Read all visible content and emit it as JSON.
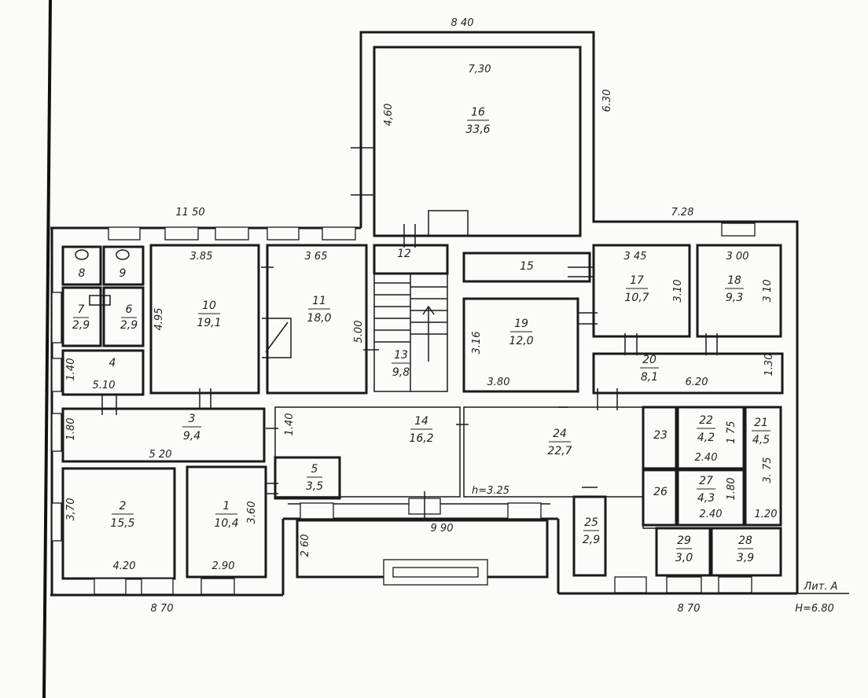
{
  "plan": {
    "litera": "Лит. А",
    "height": "Н=6.80"
  },
  "rooms": [
    {
      "id": "r1",
      "num": "1",
      "area": "10,4"
    },
    {
      "id": "r2",
      "num": "2",
      "area": "15,5"
    },
    {
      "id": "r3",
      "num": "3",
      "area": "9,4"
    },
    {
      "id": "r4",
      "num": "4",
      "area": ""
    },
    {
      "id": "r5",
      "num": "5",
      "area": "3,5"
    },
    {
      "id": "r6",
      "num": "6",
      "area": "2,9"
    },
    {
      "id": "r7",
      "num": "7",
      "area": "2,9"
    },
    {
      "id": "r8",
      "num": "8",
      "area": ""
    },
    {
      "id": "r9",
      "num": "9",
      "area": ""
    },
    {
      "id": "r10",
      "num": "10",
      "area": "19,1"
    },
    {
      "id": "r11",
      "num": "11",
      "area": "18,0"
    },
    {
      "id": "r12",
      "num": "12",
      "area": ""
    },
    {
      "id": "r13",
      "num": "13",
      "area": "9,8"
    },
    {
      "id": "r14",
      "num": "14",
      "area": "16,2"
    },
    {
      "id": "r15",
      "num": "15",
      "area": ""
    },
    {
      "id": "r16",
      "num": "16",
      "area": "33,6"
    },
    {
      "id": "r17",
      "num": "17",
      "area": "10,7"
    },
    {
      "id": "r18",
      "num": "18",
      "area": "9,3"
    },
    {
      "id": "r19",
      "num": "19",
      "area": "12,0"
    },
    {
      "id": "r20",
      "num": "20",
      "area": "8,1"
    },
    {
      "id": "r21",
      "num": "21",
      "area": "4,5"
    },
    {
      "id": "r22",
      "num": "22",
      "area": "4,2"
    },
    {
      "id": "r23",
      "num": "23",
      "area": ""
    },
    {
      "id": "r24",
      "num": "24",
      "area": "22,7"
    },
    {
      "id": "r25",
      "num": "25",
      "area": "2,9"
    },
    {
      "id": "r26",
      "num": "26",
      "area": ""
    },
    {
      "id": "r27",
      "num": "27",
      "area": "4,3"
    },
    {
      "id": "r28",
      "num": "28",
      "area": "3,9"
    },
    {
      "id": "r29",
      "num": "29",
      "area": "3,0"
    }
  ],
  "dimensions": {
    "d840": "8 40",
    "d730": "7,30",
    "d630": "6.30",
    "d460": "4,60",
    "d1150": "11 50",
    "d728": "7.28",
    "d385": "3.85",
    "d365": "3 65",
    "d345": "3 45",
    "d300": "3 00",
    "d495": "4.95",
    "d500": "5.00",
    "d316": "3.16",
    "d380": "3.80",
    "d310a": "3.10",
    "d310b": "3 10",
    "d140a": "1.40",
    "d510": "5.10",
    "d130": "1.30",
    "d620": "6.20",
    "d180a": "1.80",
    "d140b": "1.40",
    "d520": "5 20",
    "d175": "1 75",
    "d240a": "2.40",
    "d375": "3. 75",
    "d370": "3,70",
    "d360": "3.60",
    "d325": "h=3.25",
    "d180b": "1.80",
    "d240b": "2.40",
    "d120": "1.20",
    "d260": "2 60",
    "d990": "9 90",
    "d420": "4.20",
    "d290": "2.90",
    "d870a": "8 70",
    "d870b": "8 70"
  }
}
